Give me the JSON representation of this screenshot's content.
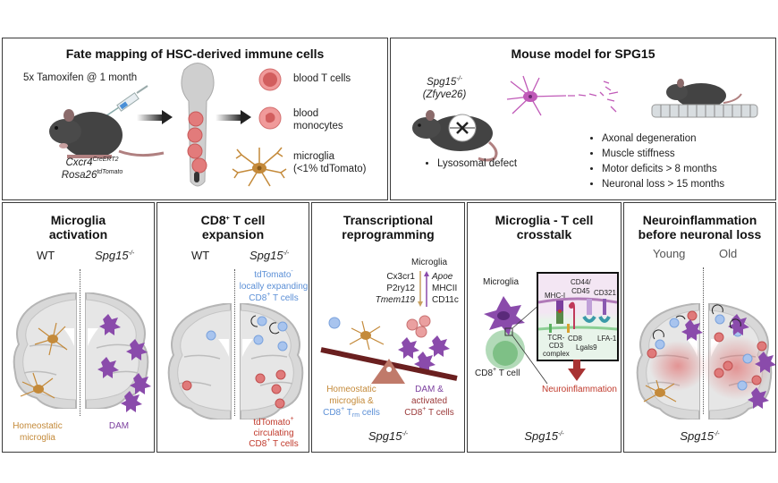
{
  "panels": {
    "fate_mapping": {
      "title": "Fate mapping of HSC-derived immune cells",
      "treatment": "5x Tamoxifen @ 1 month",
      "genotype_line1": "Cxcr4",
      "genotype_line1_sup": "CreERT2",
      "genotype_line2": "Rosa26",
      "genotype_line2_sup": "tdTomato",
      "outputs": [
        {
          "label": "blood T cells",
          "icon": "t-cell-icon"
        },
        {
          "label_line1": "blood",
          "label_line2": "monocytes",
          "icon": "monocyte-icon"
        },
        {
          "label_line1": "microglia",
          "label_line2": "(<1% tdTomato)",
          "icon": "microglia-icon"
        }
      ]
    },
    "mouse_model": {
      "title": "Mouse model for SPG15",
      "gene": "Spg15",
      "gene_sup": "-/-",
      "gene_alias": "(Zfyve26)",
      "left_bullets": [
        "Lysosomal defect"
      ],
      "right_bullets": [
        "Axonal degeneration",
        "Muscle stiffness",
        "Motor deficits > 8 months",
        "Neuronal loss > 15 months"
      ]
    },
    "microglia_activation": {
      "title_line1": "Microglia",
      "title_line2": "activation",
      "left_label": "WT",
      "right_label": "Spg15",
      "right_label_sup": "-/-",
      "left_caption_line1": "Homeostatic",
      "left_caption_line2": "microglia",
      "right_caption": "DAM"
    },
    "cd8_expansion": {
      "title_line1": "CD8",
      "title_line1_sup": "+",
      "title_line1_rest": " T cell",
      "title_line2": "expansion",
      "left_label": "WT",
      "right_label": "Spg15",
      "right_label_sup": "-/-",
      "top_caption_line1": "tdTomato",
      "top_caption_line1_sup": "-",
      "top_caption_line2": "locally expanding",
      "top_caption_line3": "CD8",
      "top_caption_line3_sup": "+",
      "top_caption_line3_rest": " T cells",
      "bottom_caption_line1": "tdTomato",
      "bottom_caption_line1_sup": "+",
      "bottom_caption_line2": "circulating",
      "bottom_caption_line3": "CD8",
      "bottom_caption_line3_sup": "+",
      "bottom_caption_line3_rest": " T cells"
    },
    "transcriptional": {
      "title_line1": "Transcriptional",
      "title_line2": "reprogramming",
      "header": "Microglia",
      "down_genes": [
        "Cx3cr1",
        "P2ry12",
        "Tmem119"
      ],
      "up_genes": [
        "Apoe",
        "MHCII",
        "CD11c"
      ],
      "left_caption_line1": "Homeostatic",
      "left_caption_line2": "microglia &",
      "left_caption_line3": "CD8",
      "left_caption_line3_sup": "+",
      "left_caption_line3_mid": " T",
      "left_caption_line3_sub": "rm",
      "left_caption_line3_rest": " cells",
      "right_caption_line1": "DAM &",
      "right_caption_line2": "activated",
      "right_caption_line3": "CD8",
      "right_caption_line3_sup": "+",
      "right_caption_line3_rest": " T cells",
      "footer": "Spg15",
      "footer_sup": "-/-"
    },
    "crosstalk": {
      "title_line1": "Microglia - T cell",
      "title_line2": "crosstalk",
      "microglia_label": "Microglia",
      "tcell_label": "CD8",
      "tcell_label_sup": "+",
      "tcell_label_rest": " T cell",
      "molecules": {
        "mhc": "MHC-I",
        "cd44_line1": "CD44/",
        "cd44_line2": "CD45",
        "cd321": "CD321",
        "tcr_line1": "TCR-",
        "tcr_line2": "CD3",
        "tcr_line3": "complex",
        "cd8": "CD8",
        "lgals9": "Lgals9",
        "lfa1": "LFA-1"
      },
      "outcome": "Neuroinflammation",
      "footer": "Spg15",
      "footer_sup": "-/-"
    },
    "neuroinflammation": {
      "title_line1": "Neuroinflammation",
      "title_line2": "before neuronal loss",
      "left_label": "Young",
      "right_label": "Old",
      "footer": "Spg15",
      "footer_sup": "-/-"
    }
  },
  "colors": {
    "border": "#3a3a3a",
    "homeostatic": "#c48a3a",
    "dam": "#7b3f9e",
    "tcell_blue": "#5b8fd6",
    "tcell_red": "#c0392b",
    "cell_pink": "#e07a7a",
    "brain": "#d6d6d6",
    "mouse": "#3f3f3f"
  }
}
